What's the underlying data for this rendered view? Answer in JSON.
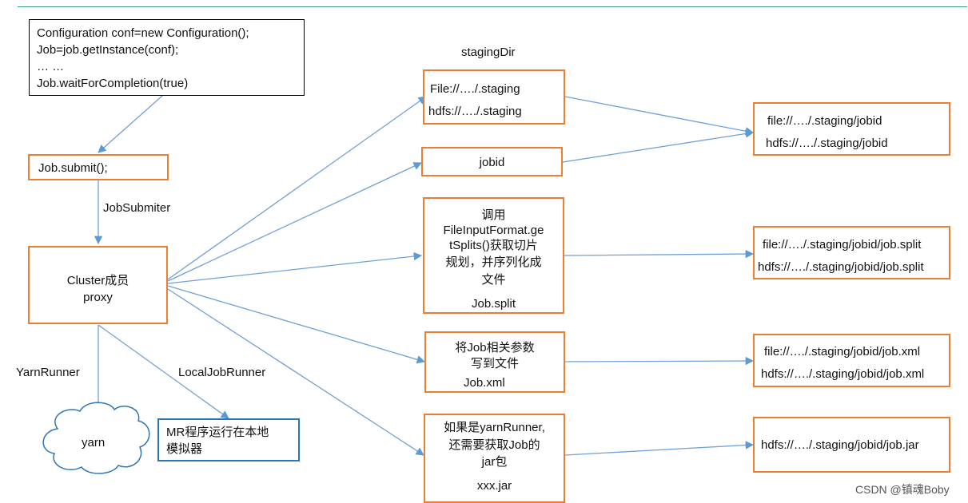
{
  "code_box": {
    "line1": "Configuration conf=new Configuration();",
    "line2": "Job=job.getInstance(conf);",
    "line3": "… …",
    "line4": "Job.waitForCompletion(true)"
  },
  "submit_box": {
    "text": "Job.submit();"
  },
  "jobsubmiter_label": "JobSubmiter",
  "cluster_box": {
    "line1": "Cluster成员",
    "line2": "proxy"
  },
  "yarnrunner_label": "YarnRunner",
  "localjobrunner_label": "LocalJobRunner",
  "yarn_cloud": "yarn",
  "local_box": {
    "line1": "MR程序运行在本地",
    "line2": "模拟器"
  },
  "staging_title": "stagingDir",
  "staging_box": {
    "line1": "File://…./.staging",
    "line2": "hdfs://…./.staging"
  },
  "jobid_box": {
    "text": "jobid"
  },
  "split_box": {
    "line1": "调用",
    "line2": "FileInputFormat.ge",
    "line3": "tSplits()获取切片",
    "line4": "规划，并序列化成",
    "line5": "文件",
    "line6": "Job.split"
  },
  "xml_box": {
    "line1": "将Job相关参数",
    "line2": "写到文件",
    "line3": "Job.xml"
  },
  "jar_box": {
    "line1": "如果是yarnRunner,",
    "line2": "还需要获取Job的",
    "line3": "jar包",
    "line4": "xxx.jar"
  },
  "result_jobid": {
    "line1": "file://…./.staging/jobid",
    "line2": "hdfs://…./.staging/jobid"
  },
  "result_split": {
    "line1": "file://…./.staging/jobid/job.split",
    "line2": "hdfs://…./.staging/jobid/job.split"
  },
  "result_xml": {
    "line1": "file://…./.staging/jobid/job.xml",
    "line2": "hdfs://…./.staging/jobid/job.xml"
  },
  "result_jar": {
    "line1": "hdfs://…./.staging/jobid/job.jar"
  },
  "watermark": "CSDN @镇魂Boby",
  "colors": {
    "orange": "#ed7d31",
    "blue": "#2e75b6",
    "arrow": "#5b9bd5",
    "rule": "#3aa37a"
  }
}
